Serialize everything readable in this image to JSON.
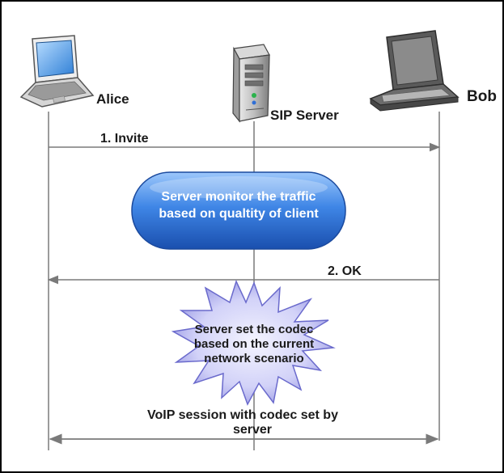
{
  "participants": {
    "alice": {
      "label": "Alice",
      "icon": "laptop-icon"
    },
    "server": {
      "label": "SIP Server",
      "icon": "server-tower-icon"
    },
    "bob": {
      "label": "Bob",
      "icon": "laptop-icon"
    }
  },
  "messages": {
    "invite": "1. Invite",
    "ok": "2. OK"
  },
  "notes": {
    "monitor": [
      "Server monitor the traffic",
      "based on qualtity of client"
    ],
    "codec": [
      "Server set the codec",
      "based on the current",
      "network scenario"
    ],
    "session": [
      "VoIP session with codec set by",
      "server"
    ]
  },
  "colors": {
    "bubble_fill": "#2e6fd6",
    "bubble_light": "#7fb4f5",
    "star_fill": "#c9c9f7",
    "star_edge": "#6666cc",
    "lifeline": "#7a7a7a",
    "frame": "#000000"
  }
}
